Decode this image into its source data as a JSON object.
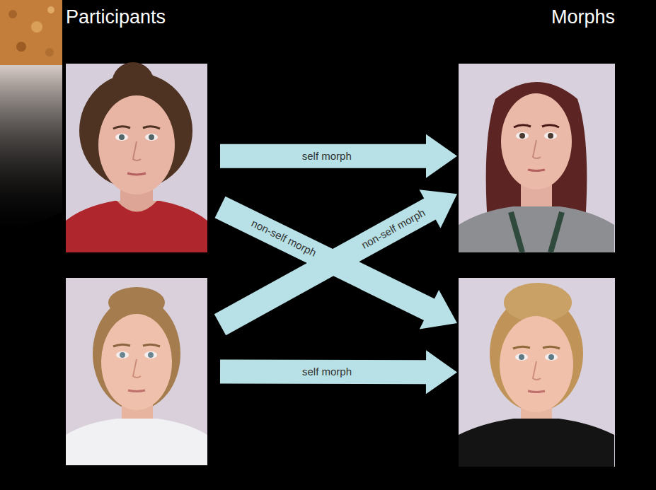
{
  "diagram": {
    "nodes": [
      {
        "text": [
          "Participants"
        ]
      },
      {
        "text": [
          "Morphs"
        ]
      },
      {
        "text": [],
        "in": 0
      },
      {
        "text": [],
        "in": 0
      },
      {
        "text": [],
        "in": 1
      },
      {
        "text": [],
        "in": 1
      }
    ],
    "edges": [
      {
        "from": 2,
        "to": 4,
        "label": "self morph",
        "arrow": "to"
      },
      {
        "from": 2,
        "to": 5,
        "label": "non-self morph",
        "arrow": "to"
      },
      {
        "from": 3,
        "to": 4,
        "label": "non-self morph",
        "arrow": "to"
      },
      {
        "from": 3,
        "to": 5,
        "label": "self morph",
        "arrow": "to"
      }
    ]
  }
}
